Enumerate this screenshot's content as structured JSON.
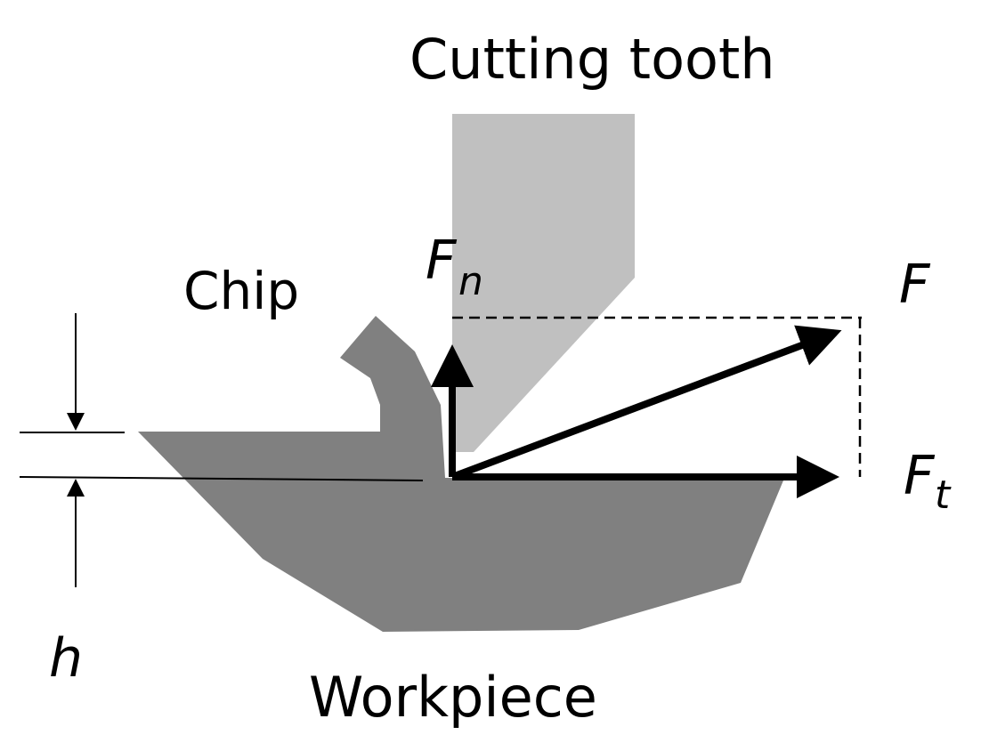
{
  "labels": {
    "cutting_tooth": "Cutting tooth",
    "chip": "Chip",
    "workpiece": "Workpiece",
    "h": "h",
    "F": "F",
    "Fn_main": "F",
    "Fn_sub": "n",
    "Ft_main": "F",
    "Ft_sub": "t"
  },
  "colors": {
    "tooth": "#c0c0c0",
    "workpiece": "#808080",
    "arrows": "#000000",
    "background": "#ffffff"
  }
}
